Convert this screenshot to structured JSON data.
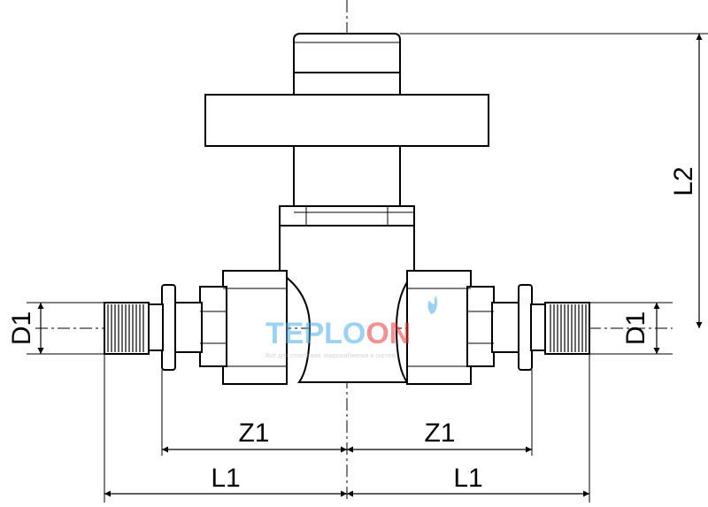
{
  "dimensions": {
    "z1_left": "Z1",
    "z1_right": "Z1",
    "l1_left": "L1",
    "l1_right": "L1",
    "l2": "L2",
    "d1_left": "D1",
    "d1_right": "D1"
  },
  "watermark": {
    "brand_part1": "TEPLO",
    "brand_part2": "ON",
    "tagline": "Всё для отопления, водоснабжения и систем",
    "color_primary": "#4aaee8",
    "color_accent": "#e83a3a"
  },
  "colors": {
    "line": "#000000",
    "background": "#ffffff"
  }
}
